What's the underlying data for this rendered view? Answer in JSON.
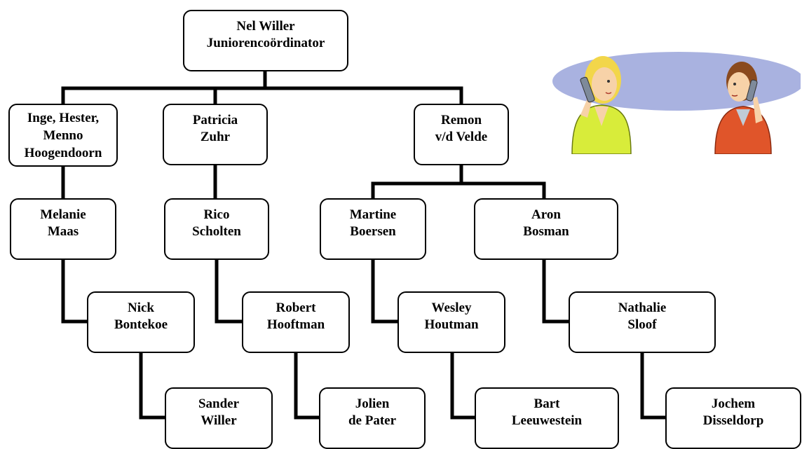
{
  "org_chart": {
    "nodes": [
      {
        "id": "nel",
        "lines": [
          "Nel Willer",
          "Juniorencoördinator"
        ]
      },
      {
        "id": "inge",
        "lines": [
          "Inge, Hester,",
          "Menno",
          "Hoogendoorn"
        ]
      },
      {
        "id": "patricia",
        "lines": [
          "Patricia",
          "Zuhr"
        ]
      },
      {
        "id": "remon",
        "lines": [
          "Remon",
          "v/d Velde"
        ]
      },
      {
        "id": "melanie",
        "lines": [
          "Melanie",
          "Maas"
        ]
      },
      {
        "id": "rico",
        "lines": [
          "Rico",
          "Scholten"
        ]
      },
      {
        "id": "martine",
        "lines": [
          "Martine",
          "Boersen"
        ]
      },
      {
        "id": "aron",
        "lines": [
          "Aron",
          "Bosman"
        ]
      },
      {
        "id": "nick",
        "lines": [
          "Nick",
          "Bontekoe"
        ]
      },
      {
        "id": "robert",
        "lines": [
          "Robert",
          "Hooftman"
        ]
      },
      {
        "id": "wesley",
        "lines": [
          "Wesley",
          "Houtman"
        ]
      },
      {
        "id": "nathalie",
        "lines": [
          "Nathalie",
          "Sloof"
        ]
      },
      {
        "id": "sander",
        "lines": [
          "Sander",
          "Willer"
        ]
      },
      {
        "id": "jolien",
        "lines": [
          "Jolien",
          "de Pater"
        ]
      },
      {
        "id": "bart",
        "lines": [
          "Bart",
          "Leeuwestein"
        ]
      },
      {
        "id": "jochem",
        "lines": [
          "Jochem",
          "Disseldorp"
        ]
      }
    ],
    "edges": [
      [
        "nel",
        "inge"
      ],
      [
        "nel",
        "patricia"
      ],
      [
        "nel",
        "remon"
      ],
      [
        "inge",
        "melanie"
      ],
      [
        "patricia",
        "rico"
      ],
      [
        "remon",
        "martine"
      ],
      [
        "remon",
        "aron"
      ],
      [
        "melanie",
        "nick"
      ],
      [
        "rico",
        "robert"
      ],
      [
        "martine",
        "wesley"
      ],
      [
        "aron",
        "nathalie"
      ],
      [
        "nick",
        "sander"
      ],
      [
        "robert",
        "jolien"
      ],
      [
        "wesley",
        "bart"
      ],
      [
        "nathalie",
        "jochem"
      ]
    ]
  },
  "illustration": {
    "icon": "two-people-on-phone-icon",
    "colors": {
      "ellipse": "#a9b2e0",
      "left_person_shirt": "#d8ec3a",
      "right_person_shirt": "#e0552a",
      "hair_left": "#f2d64a",
      "hair_right": "#8a4a1e",
      "skin": "#f7d2a8"
    }
  }
}
